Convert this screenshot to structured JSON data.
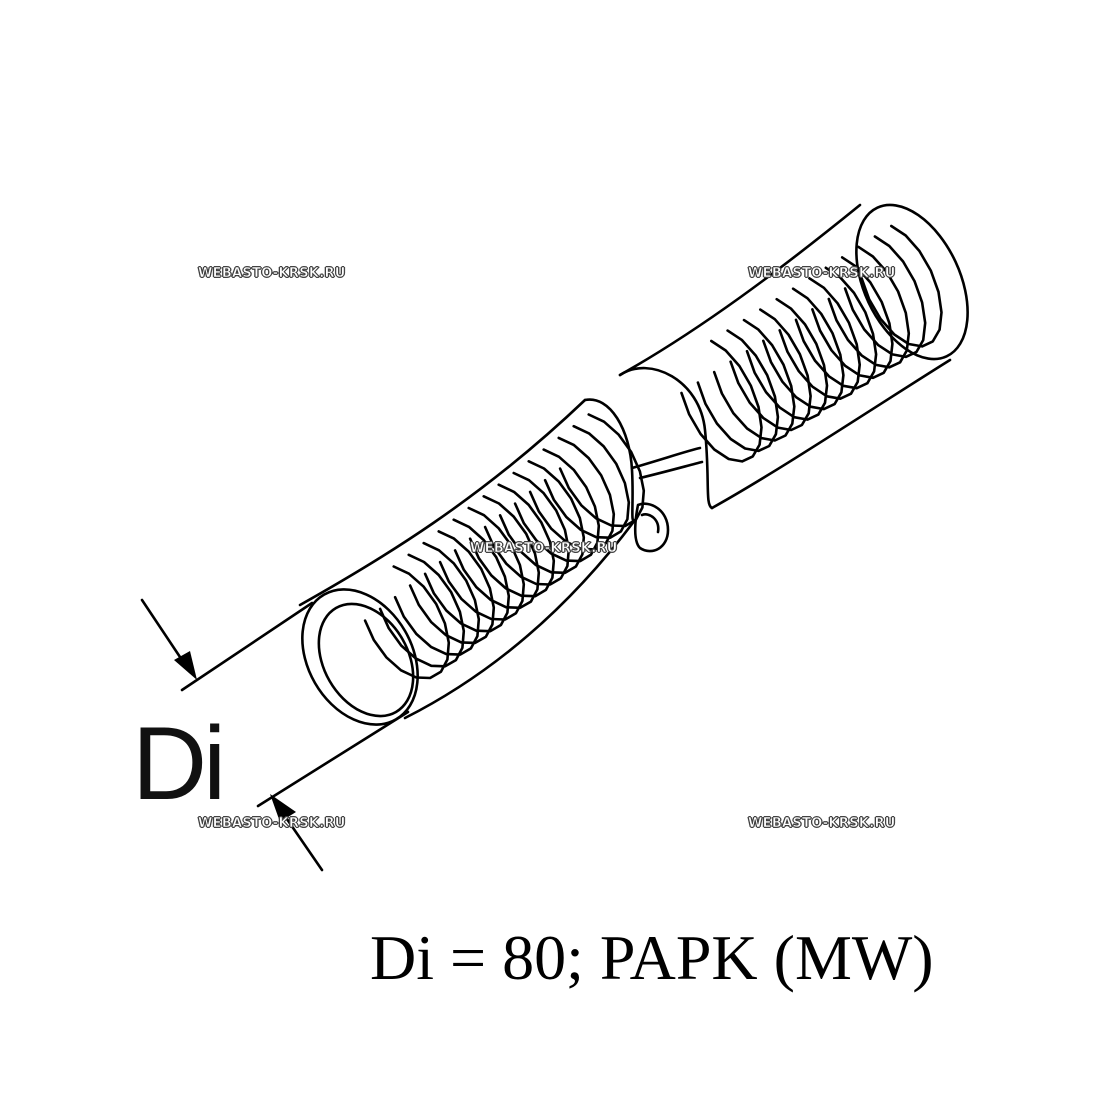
{
  "diagram": {
    "dimension_label": "Di",
    "caption": "Di = 80; PAPK (MW)",
    "watermarks": [
      "WEBASTO-KRSK.RU",
      "WEBASTO-KRSK.RU",
      "WEBASTO-KRSK.RU",
      "WEBASTO-KRSK.RU",
      "WEBASTO-KRSK.RU"
    ],
    "part": "flexible corrugated hose with connecting clamp",
    "line_color": "#000000"
  }
}
